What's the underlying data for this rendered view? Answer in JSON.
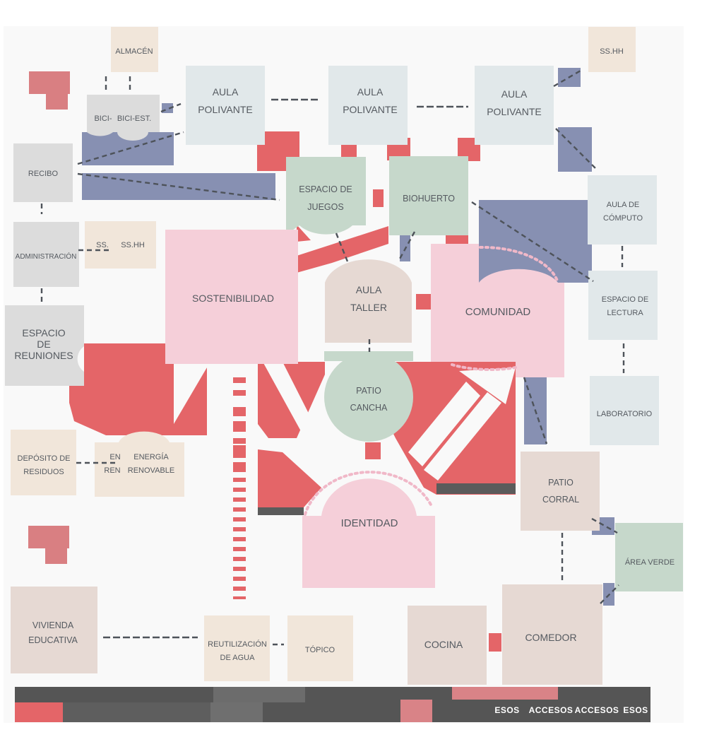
{
  "colors": {
    "background": "#f9f9f9",
    "gray_box": "#dcdcdc",
    "light_blue_box": "#e1e8ea",
    "beige_box": "#f1e6da",
    "rose_beige_box": "#e6d9d3",
    "green_box": "#c6d8cb",
    "pink_box": "#f5cfd9",
    "red_accent": "#e46568",
    "blue_accent": "#8790b2",
    "connector": "#4e535a",
    "footer_dark": "#555555"
  },
  "spaces": {
    "almacen": "ALMACÉN",
    "ss_hh_top": "SS.HH",
    "bici_1": "BICI-",
    "bici_2": "BICI-EST.",
    "aula_polivante_line1": "AULA",
    "aula_polivante_line2": "POLIVANTE",
    "recibo": "RECIBO",
    "espacio_juegos_line1": "ESPACIO DE",
    "espacio_juegos_line2": "JUEGOS",
    "biohuerto": "BIOHUERTO",
    "aula_computo_line1": "AULA DE",
    "aula_computo_line2": "CÓMPUTO",
    "administracion": "ADMINISTRACIÓN",
    "ss_small": "SS.",
    "ss_hh_mid": "SS.HH",
    "sostenibilidad": "SOSTENIBILIDAD",
    "aula_taller_line1": "AULA",
    "aula_taller_line2": "TALLER",
    "comunidad": "COMUNIDAD",
    "espacio_lectura_line1": "ESPACIO DE",
    "espacio_lectura_line2": "LECTURA",
    "espacio_reuniones_line1": "ESPACIO",
    "espacio_reuniones_line2": "DE",
    "espacio_reuniones_line3": "REUNIONES",
    "patio_cancha_line1": "PATIO",
    "patio_cancha_line2": "CANCHA",
    "laboratorio": "LABORATORIO",
    "deposito_line1": "DEPÓSITO DE",
    "deposito_line2": "RESIDUOS",
    "energia_ghost_line1": "EN",
    "energia_ghost_line2": "REN",
    "energia_line1": "ENERGÍA",
    "energia_line2": "RENOVABLE",
    "patio_corral_line1": "PATIO",
    "patio_corral_line2": "CORRAL",
    "identidad": "IDENTIDAD",
    "area_verde": "ÁREA VERDE",
    "vivienda_line1": "VIVIENDA",
    "vivienda_line2": "EDUCATIVA",
    "reutilizacion_line1": "REUTILIZACIÓN",
    "reutilizacion_line2": "DE AGUA",
    "topico": "TÓPICO",
    "cocina": "COCINA",
    "comedor": "COMEDOR"
  },
  "footer": {
    "legend_words": [
      "ESOS",
      "ACCESOS",
      "ACCESOS",
      "ESOS"
    ]
  }
}
